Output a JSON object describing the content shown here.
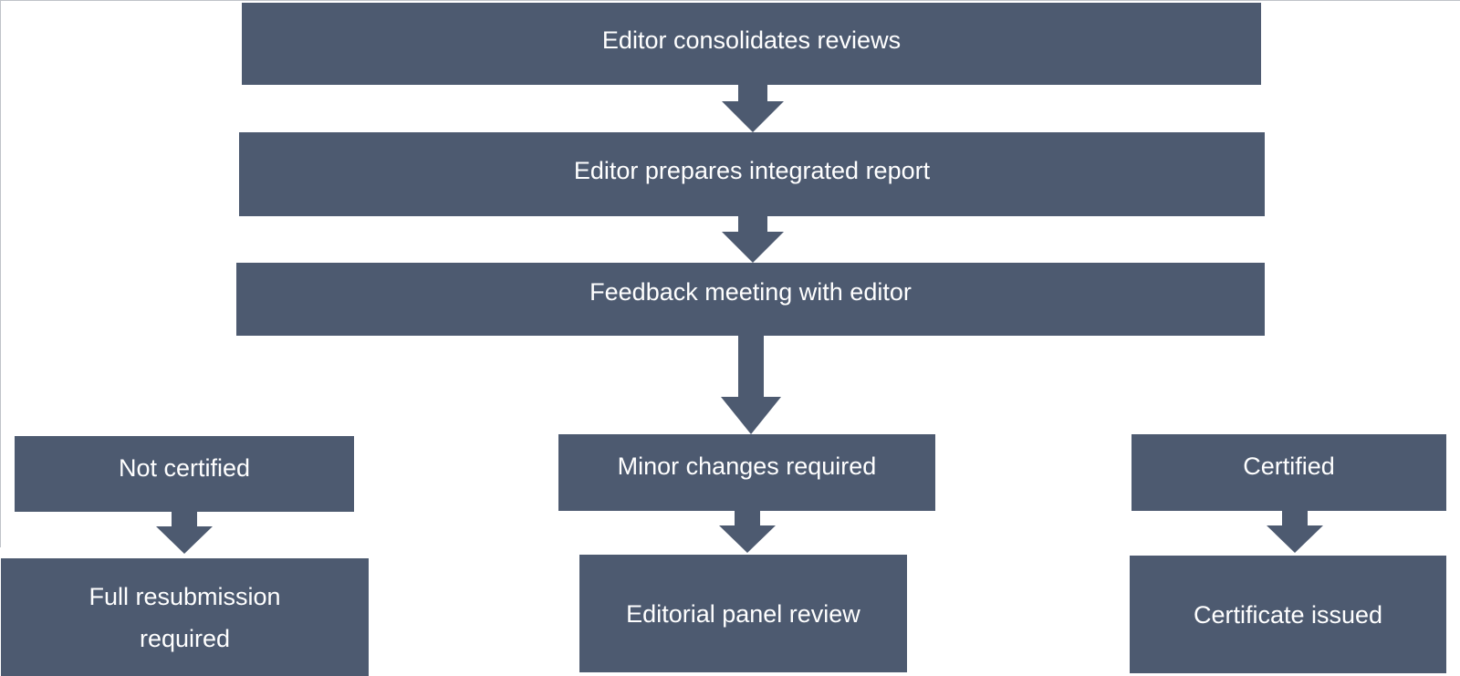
{
  "colors": {
    "box_fill": "#4d5a70",
    "box_text": "#ffffff",
    "arrow_fill": "#4d5a70"
  },
  "nodes": {
    "consolidate": "Editor consolidates reviews",
    "report": "Editor prepares integrated report",
    "meeting": "Feedback meeting with editor",
    "not_certified": "Not certified",
    "minor_changes": "Minor changes required",
    "certified": "Certified",
    "full_resubmission": "Full resubmission\nrequired",
    "panel_review": "Editorial panel review",
    "certificate_issued": "Certificate issued"
  },
  "edges": [
    {
      "from": "consolidate",
      "to": "report"
    },
    {
      "from": "report",
      "to": "meeting"
    },
    {
      "from": "meeting",
      "to": "minor_changes"
    },
    {
      "from": "not_certified",
      "to": "full_resubmission"
    },
    {
      "from": "minor_changes",
      "to": "panel_review"
    },
    {
      "from": "certified",
      "to": "certificate_issued"
    }
  ]
}
